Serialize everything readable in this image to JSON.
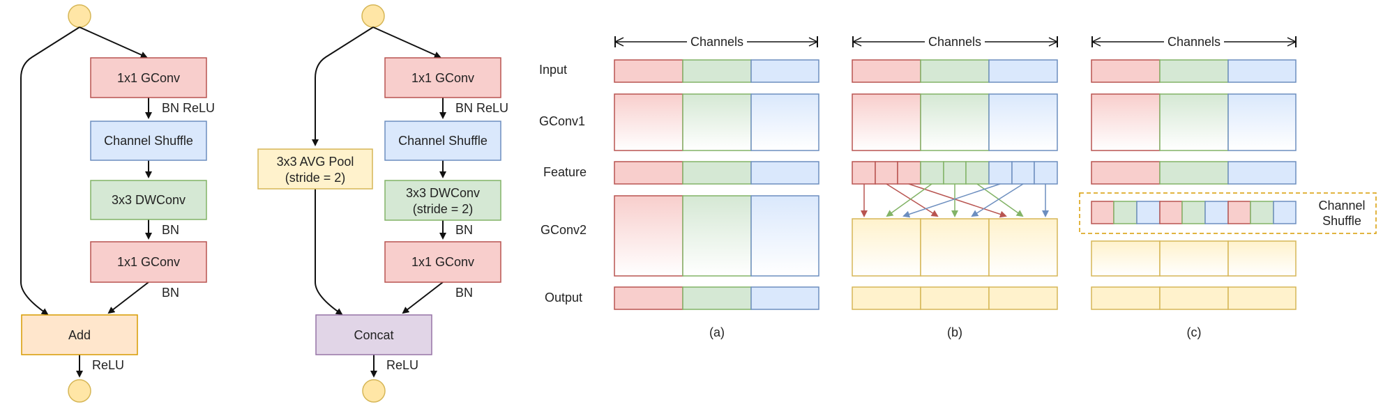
{
  "colors": {
    "red_fill": "#f8cecc",
    "red_stroke": "#b85450",
    "green_fill": "#d5e8d4",
    "green_stroke": "#82b366",
    "blue_fill": "#dae8fc",
    "blue_stroke": "#6c8ebf",
    "yellow_fill": "#fff2cc",
    "yellow_stroke": "#d6b656",
    "orange_fill": "#ffe6cc",
    "orange_stroke": "#d79b00",
    "purple_fill": "#e1d5e7",
    "purple_stroke": "#9673a6",
    "node_fill": "#ffe6a6",
    "node_stroke": "#d6b656"
  },
  "unit_a": {
    "gconv1": "1x1 GConv",
    "bn_relu": "BN ReLU",
    "shuffle": "Channel Shuffle",
    "dwconv": "3x3 DWConv",
    "bn1": "BN",
    "gconv2": "1x1 GConv",
    "bn2": "BN",
    "add": "Add",
    "relu": "ReLU"
  },
  "unit_b": {
    "gconv1": "1x1 GConv",
    "bn_relu": "BN ReLU",
    "shuffle": "Channel Shuffle",
    "avgpool_line1": "3x3 AVG Pool",
    "avgpool_line2": "(stride = 2)",
    "dwconv_line1": "3x3 DWConv",
    "dwconv_line2": "(stride = 2)",
    "bn1": "BN",
    "gconv2": "1x1 GConv",
    "bn2": "BN",
    "concat": "Concat",
    "relu": "ReLU"
  },
  "groups": {
    "channels_label": "Channels",
    "row_labels": [
      "Input",
      "GConv1",
      "Feature",
      "GConv2",
      "Output"
    ],
    "captions": [
      "(a)",
      "(b)",
      "(c)"
    ],
    "shuffle_label_line1": "Channel",
    "shuffle_label_line2": "Shuffle"
  }
}
